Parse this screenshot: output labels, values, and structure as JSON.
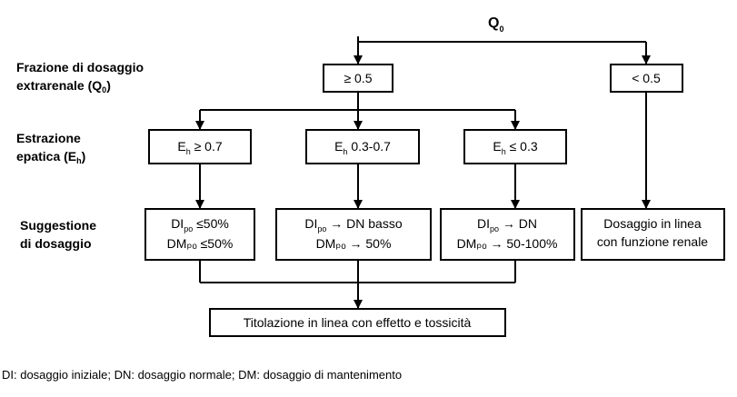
{
  "root": {
    "label": "Q",
    "sub": "0"
  },
  "row_labels": {
    "fraction_line1": "Frazione di dosaggio",
    "fraction_line2_pre": "extrarenale (Q",
    "fraction_line2_sub": "0",
    "fraction_line2_post": ")",
    "extraction_line1": "Estrazione",
    "extraction_line2_pre": "epatica (E",
    "extraction_line2_sub": "h",
    "extraction_line2_post": ")",
    "suggestion_line1": "Suggestione",
    "suggestion_line2": "di dosaggio"
  },
  "q_boxes": {
    "high": "≥ 0.5",
    "low": "< 0.5"
  },
  "eh_boxes": {
    "high": {
      "pre": "E",
      "sub": "h",
      "post": " ≥ 0.7"
    },
    "mid": {
      "pre": "E",
      "sub": "h",
      "post": " 0.3-0.7"
    },
    "low": {
      "pre": "E",
      "sub": "h",
      "post": " ≤ 0.3"
    }
  },
  "suggestion_boxes": {
    "high": {
      "l1_pre": "DI",
      "l1_sub": "po",
      "l1_post": " ≤50%",
      "l2": "DMₚₒ ≤50%"
    },
    "mid": {
      "l1_pre": "DI",
      "l1_sub": "po",
      "l1_post": " → DN basso",
      "l2": "DMₚₒ → 50%"
    },
    "low": {
      "l1_pre": "DI",
      "l1_sub": "po",
      "l1_post": " → DN",
      "l2": "DMₚₒ → 50-100%"
    },
    "renal": {
      "l1": "Dosaggio in linea",
      "l2": "con funzione renale"
    }
  },
  "titration": "Titolazione in linea con effetto  e tossicità",
  "footnote": "DI: dosaggio iniziale; DN: dosaggio normale; DM: dosaggio di mantenimento",
  "colors": {
    "line": "#000000",
    "box_fill": "#ffffff",
    "text": "#000000"
  }
}
